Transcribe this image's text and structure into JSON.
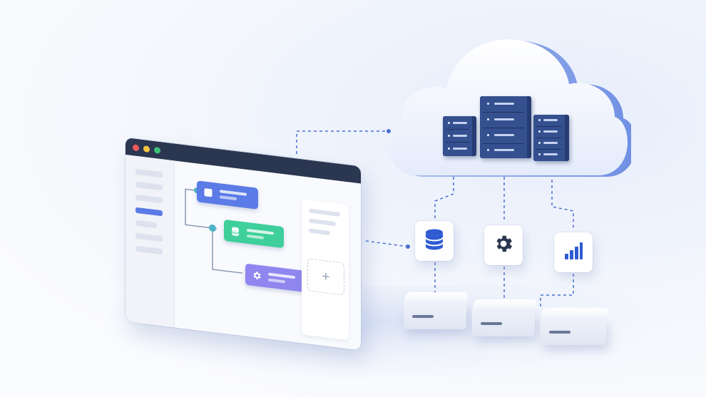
{
  "window": {
    "dots": [
      "#ef5a5a",
      "#f5c542",
      "#3ec07a"
    ],
    "sidebar_items": 7,
    "active_sidebar_index": 3,
    "add_slot_label": "+"
  },
  "workflow_nodes": [
    {
      "name": "workflow-node-task",
      "color": "#5b7be6",
      "icon": "square-icon"
    },
    {
      "name": "workflow-node-database",
      "color": "#3fcf9c",
      "icon": "database-icon"
    },
    {
      "name": "workflow-node-settings",
      "color": "#8f86ef",
      "icon": "gear-icon"
    }
  ],
  "services": [
    {
      "name": "service-tile-database",
      "icon": "database-icon"
    },
    {
      "name": "service-tile-settings",
      "icon": "gear-icon"
    },
    {
      "name": "service-tile-analytics",
      "icon": "bar-chart-icon"
    }
  ],
  "colors": {
    "accent": "#2f5bd3",
    "server": "#34508f",
    "titlebar": "#2b3650",
    "connector": "#4a6fd0"
  }
}
